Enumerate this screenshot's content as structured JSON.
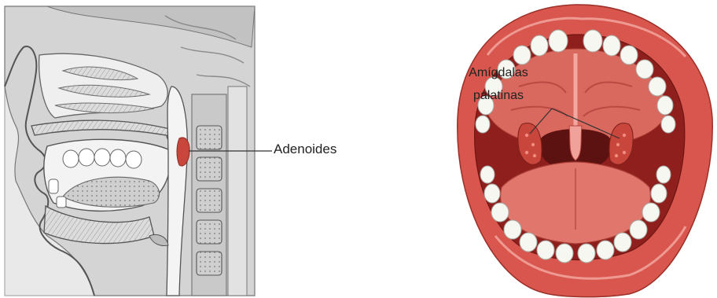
{
  "left_figure": {
    "label": "Adenoides"
  },
  "right_figure": {
    "label_line1": "Amígdalas",
    "label_line2": "palatinas"
  },
  "colors": {
    "tissue_red": "#c8463c",
    "palate_pink": "#d9685e",
    "lip_red": "#d8564d",
    "tooth_white": "#f7f7f2",
    "bone_gray": "#b8b8b8"
  }
}
